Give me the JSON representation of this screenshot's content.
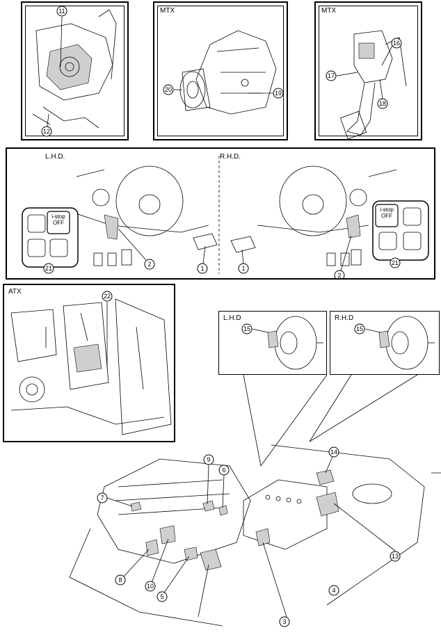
{
  "panels": {
    "top_middle_label": "MTX",
    "top_right_label": "MTX",
    "mid_left_label": "L.H.D.",
    "mid_right_label": "R.H.D.",
    "atx_label": "ATX",
    "booster_lhd_label": "L.H.D",
    "booster_rhd_label": "R.H.D"
  },
  "switch_text": {
    "lhd": "i-stop OFF",
    "rhd": "i-stop OFF"
  },
  "callouts": [
    "1",
    "2",
    "3",
    "4",
    "5",
    "6",
    "7",
    "8",
    "9",
    "10",
    "11",
    "12",
    "13",
    "14",
    "15",
    "16",
    "17",
    "18",
    "19",
    "20",
    "21",
    "22"
  ]
}
